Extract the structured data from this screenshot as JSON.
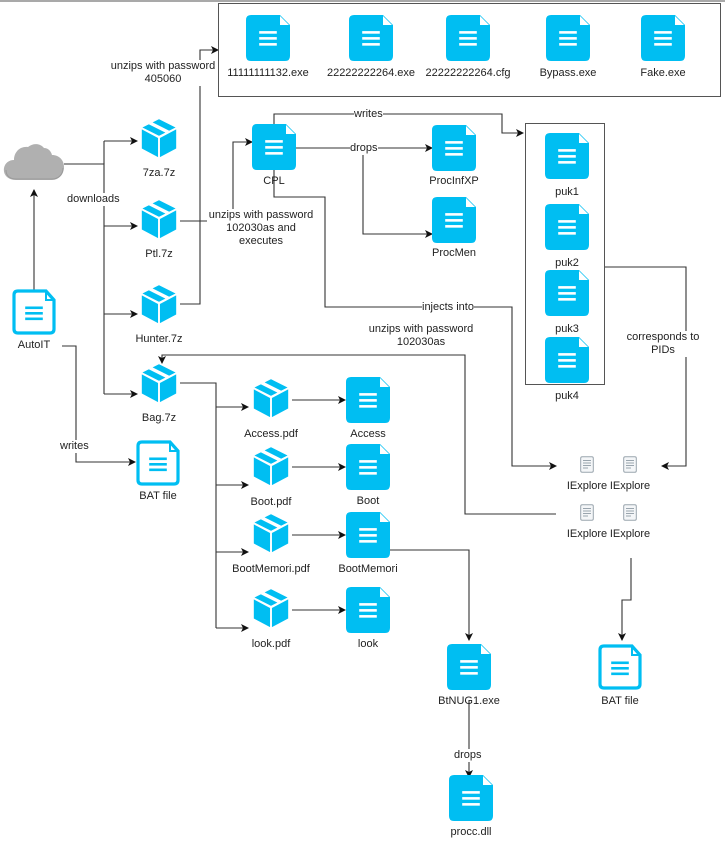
{
  "colors": {
    "accent": "#00BEF2",
    "cloud": "#B0B0B0",
    "line": "#333333",
    "small_doc": "#9AA5AE"
  },
  "nodes": {
    "cloud": {
      "label": "",
      "icon": "cloud-icon"
    },
    "autoit": {
      "label": "AutoIT",
      "icon": "document-outline-icon"
    },
    "bat_left": {
      "label": "BAT file",
      "icon": "document-outline-icon"
    },
    "z7za": {
      "label": "7za.7z",
      "icon": "package-icon"
    },
    "ptl": {
      "label": "Ptl.7z",
      "icon": "package-icon"
    },
    "hunter": {
      "label": "Hunter.7z",
      "icon": "package-icon"
    },
    "bag": {
      "label": "Bag.7z",
      "icon": "package-icon"
    },
    "cpl": {
      "label": "CPL",
      "icon": "document-icon"
    },
    "procinfxp": {
      "label": "ProcInfXP",
      "icon": "document-icon"
    },
    "procmen": {
      "label": "ProcMen",
      "icon": "document-icon"
    },
    "access_pdf": {
      "label": "Access.pdf",
      "icon": "package-icon"
    },
    "boot_pdf": {
      "label": "Boot.pdf",
      "icon": "package-icon"
    },
    "bootmemori_pdf": {
      "label": "BootMemori.pdf",
      "icon": "package-icon"
    },
    "look_pdf": {
      "label": "look.pdf",
      "icon": "package-icon"
    },
    "access": {
      "label": "Access",
      "icon": "document-icon"
    },
    "boot": {
      "label": "Boot",
      "icon": "document-icon"
    },
    "bootmemori": {
      "label": "BootMemori",
      "icon": "document-icon"
    },
    "look": {
      "label": "look",
      "icon": "document-icon"
    },
    "btnug": {
      "label": "BtNUG1.exe",
      "icon": "document-icon"
    },
    "procc": {
      "label": "procc.dll",
      "icon": "document-icon"
    },
    "bat_right": {
      "label": "BAT file",
      "icon": "document-outline-icon"
    }
  },
  "hunter_box": {
    "files": [
      {
        "label": "11111111132.exe"
      },
      {
        "label": "22222222264.exe"
      },
      {
        "label": "22222222264.cfg"
      },
      {
        "label": "Bypass.exe"
      },
      {
        "label": "Fake.exe"
      }
    ]
  },
  "puk_box": {
    "files": [
      {
        "label": "puk1"
      },
      {
        "label": "puk2"
      },
      {
        "label": "puk3"
      },
      {
        "label": "puk4"
      }
    ]
  },
  "iexplore_group": {
    "items": [
      {
        "label": "IExplore"
      },
      {
        "label": "IExplore"
      },
      {
        "label": "IExplore"
      },
      {
        "label": "IExplore"
      }
    ]
  },
  "edge_labels": {
    "unzips_405060": "unzips with password\n405060",
    "downloads": "downloads",
    "unzips_ptl": "unzips with password\n102030as and\nexecutes",
    "writes_cpl": "writes",
    "drops_cpl": "drops",
    "injects_into": "injects into",
    "unzips_bag": "unzips with password\n102030as",
    "corresponds": "corresponds to\nPIDs",
    "writes_autoit": "writes",
    "drops_btnug": "drops"
  }
}
